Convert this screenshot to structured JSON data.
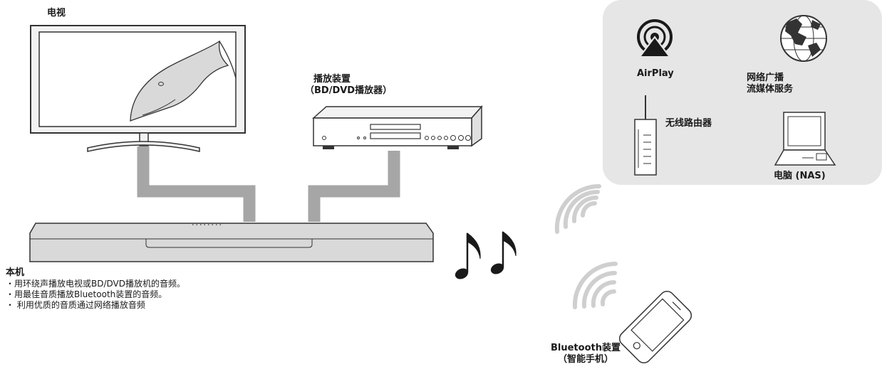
{
  "labels": {
    "tv": "电视",
    "player_line1": "播放装置",
    "player_line2": "（BD/DVD播放器）",
    "airplay": "AirPlay",
    "streaming_line1": "网络广播",
    "streaming_line2": "流媒体服务",
    "router": "无线路由器",
    "pc": "电脑 (NAS)",
    "bt_line1": "Bluetooth装置",
    "bt_line2": "（智能手机）"
  },
  "unit": {
    "title": "本机",
    "features": [
      "・用环绕声播放电视或BD/DVD播放机的音频。",
      "・用最佳音质播放Bluetooth装置的音频。",
      "・ 利用优质的音质通过网络播放音频"
    ]
  },
  "icons": {
    "tv": "tv-icon",
    "player": "bd-dvd-player-icon",
    "soundbar": "sound-bar-icon",
    "airplay": "airplay-icon",
    "globe": "globe-icon",
    "router": "wireless-router-icon",
    "pc": "laptop-icon",
    "phone": "smartphone-icon",
    "music": "music-notes-icon",
    "wifi": "wireless-waves-icon"
  },
  "colors": {
    "network_panel": "#e6e6e6",
    "cable": "#a6a6a6",
    "device_fill": "#f2f2f2",
    "outline": "#333333",
    "waves": "#cfcfcf"
  }
}
